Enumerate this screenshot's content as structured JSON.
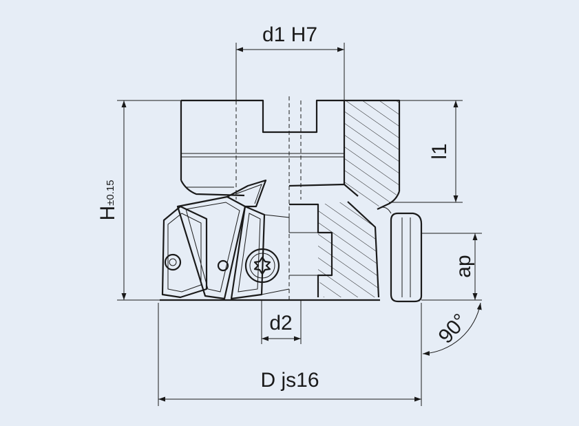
{
  "labels": {
    "d1": "d1 H7",
    "l1": "l1",
    "H_main": "H",
    "H_tol": "±0.15",
    "ap": "ap",
    "d2": "d2",
    "angle": "90°",
    "D": "D js16"
  },
  "colors": {
    "background": "#e6edf6",
    "line": "#1a1a1a"
  }
}
